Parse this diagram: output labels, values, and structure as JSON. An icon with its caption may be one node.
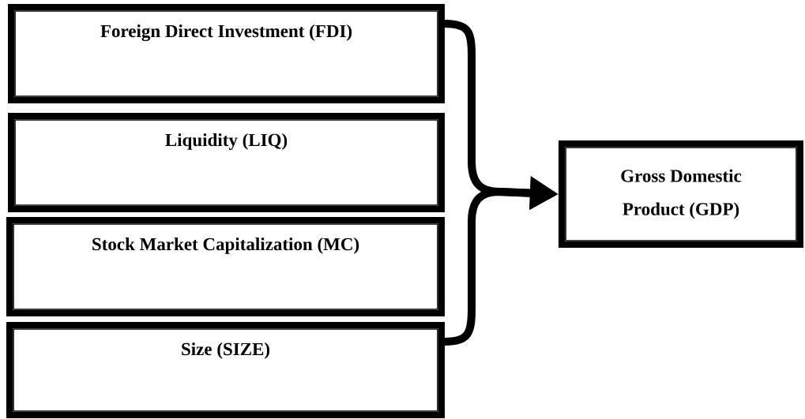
{
  "diagram": {
    "nodes": [
      {
        "text": [
          "Foreign Direct Investment (FDI)"
        ]
      },
      {
        "text": [
          "Liquidity (LIQ)"
        ]
      },
      {
        "text": [
          "Stock Market Capitalization (MC)"
        ]
      },
      {
        "text": [
          "Size (SIZE)"
        ]
      },
      {
        "text": [
          "Gross Domestic Product (GDP)"
        ]
      }
    ],
    "edges": [
      {
        "from": 0,
        "to": 4,
        "arrow": "to"
      },
      {
        "from": 3,
        "to": 4,
        "arrow": "to"
      }
    ]
  }
}
